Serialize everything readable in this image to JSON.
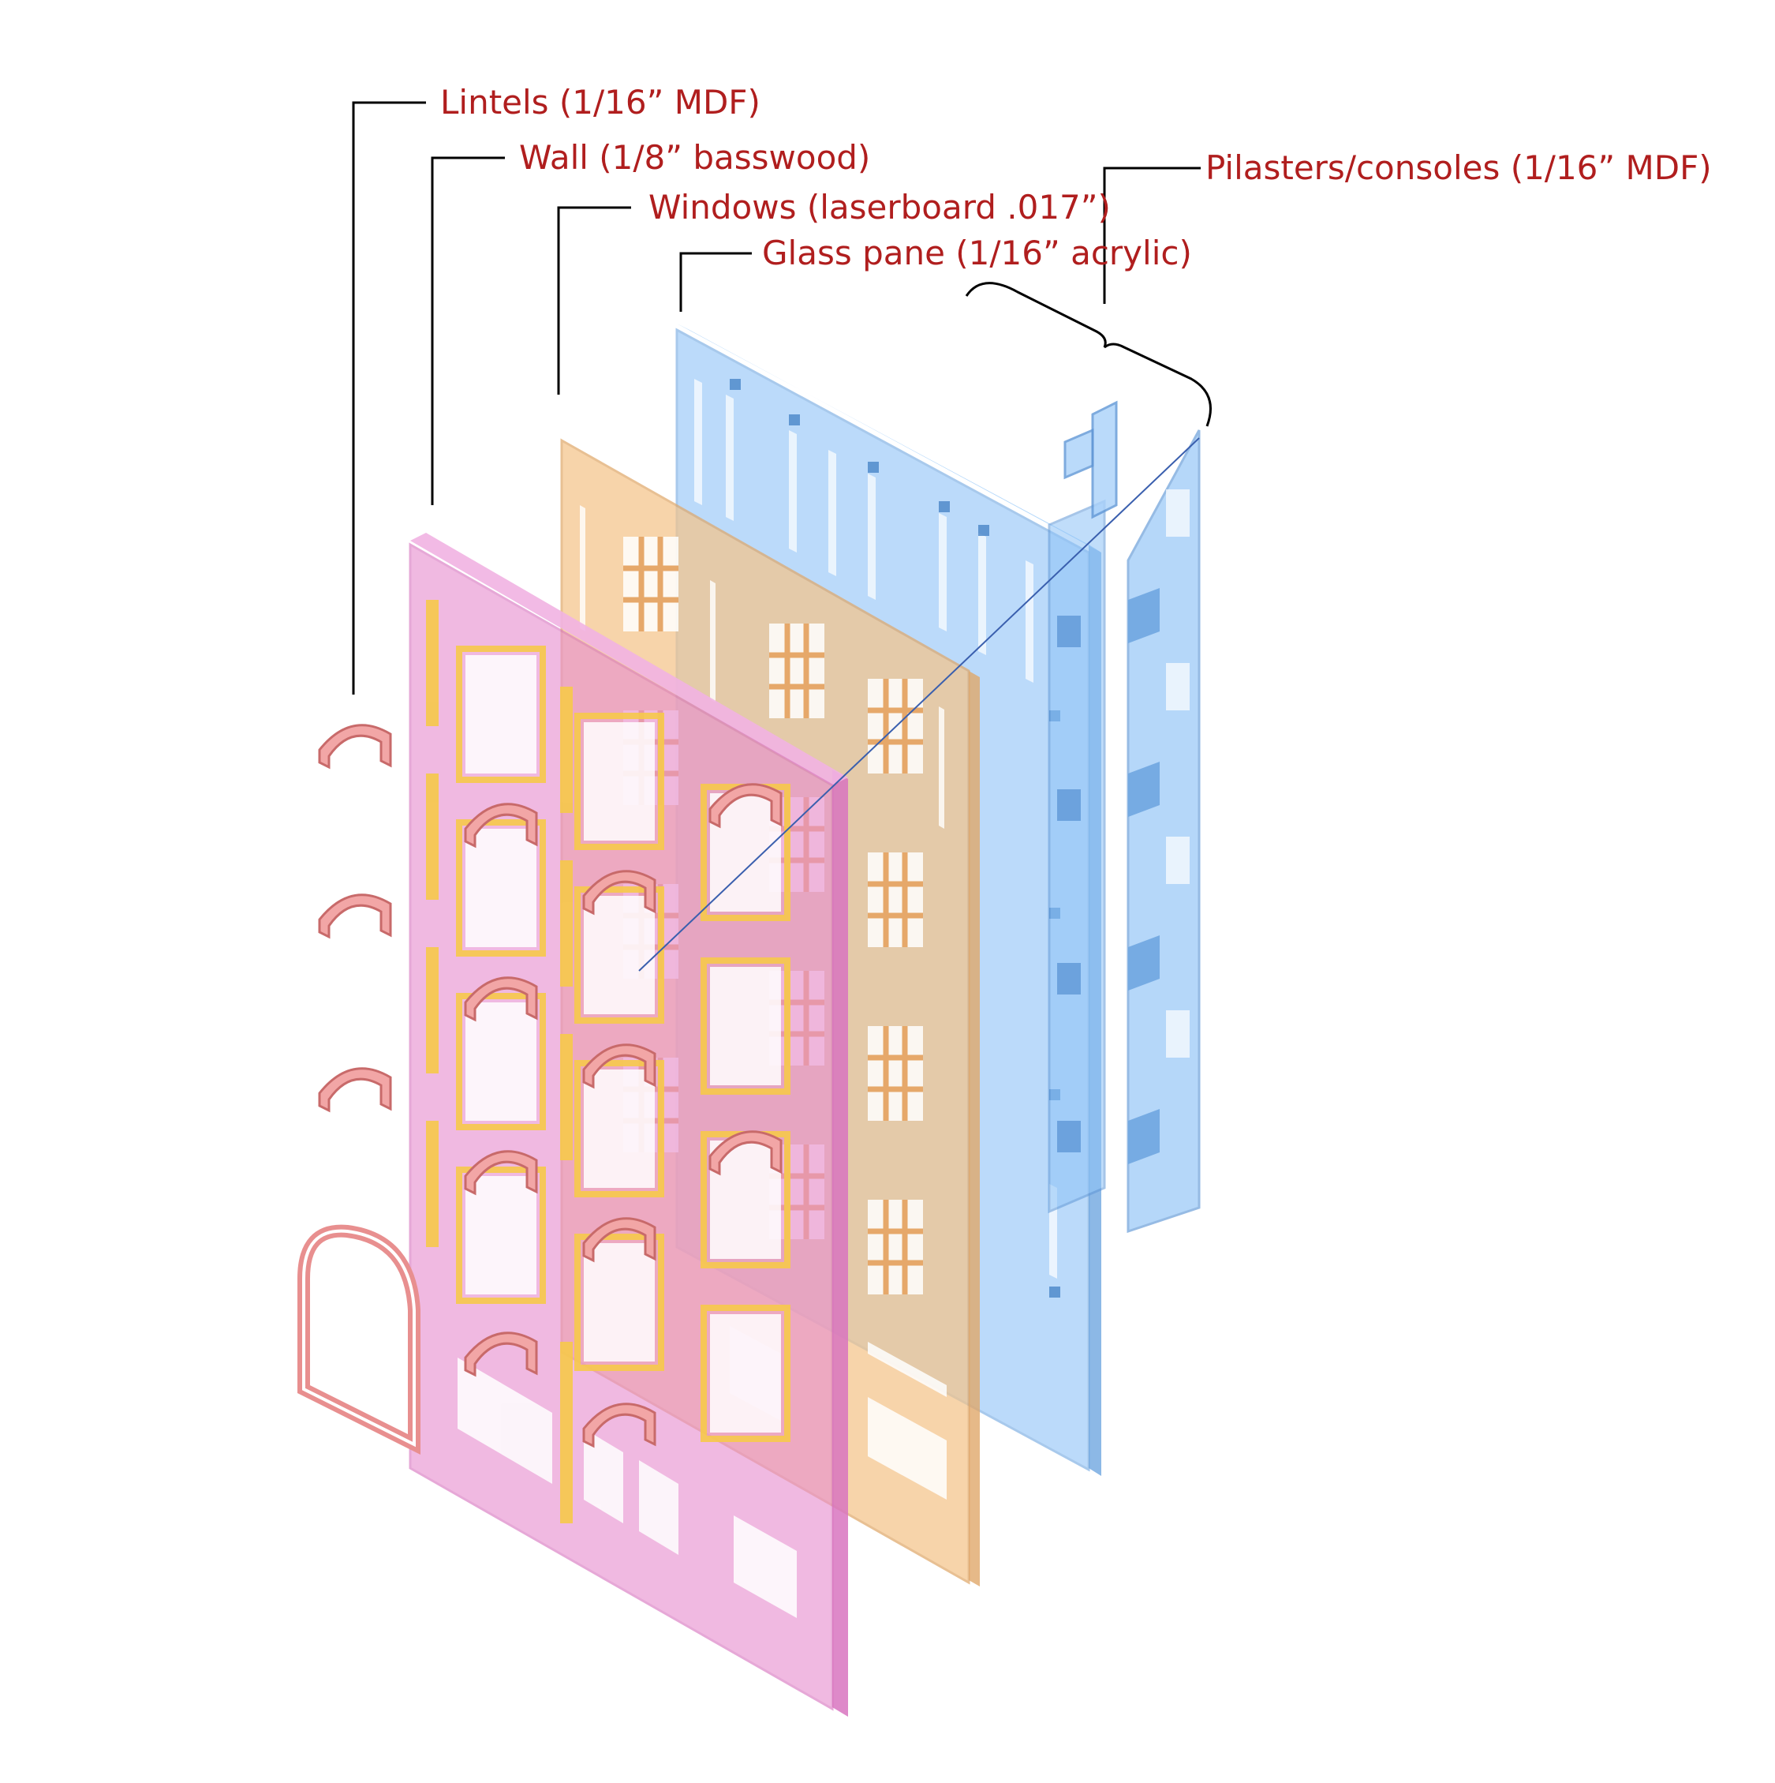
{
  "labels": {
    "lintels": "Lintels (1/16” MDF)",
    "wall": "Wall (1/8” basswood)",
    "windows": "Windows (laserboard .017”)",
    "glass": "Glass pane (1/16” acrylic)",
    "pilasters": "Pilasters/consoles (1/16” MDF)"
  },
  "colors": {
    "label_text": "#b01e1e",
    "leader_line": "#000000",
    "lintels": "#f2a6a6",
    "wall": "#e88fd0",
    "wall_openings": "#f6c94a",
    "windows": "#f4c48a",
    "glass": "#8ec3f7",
    "pilasters": "#8ec3f7"
  }
}
